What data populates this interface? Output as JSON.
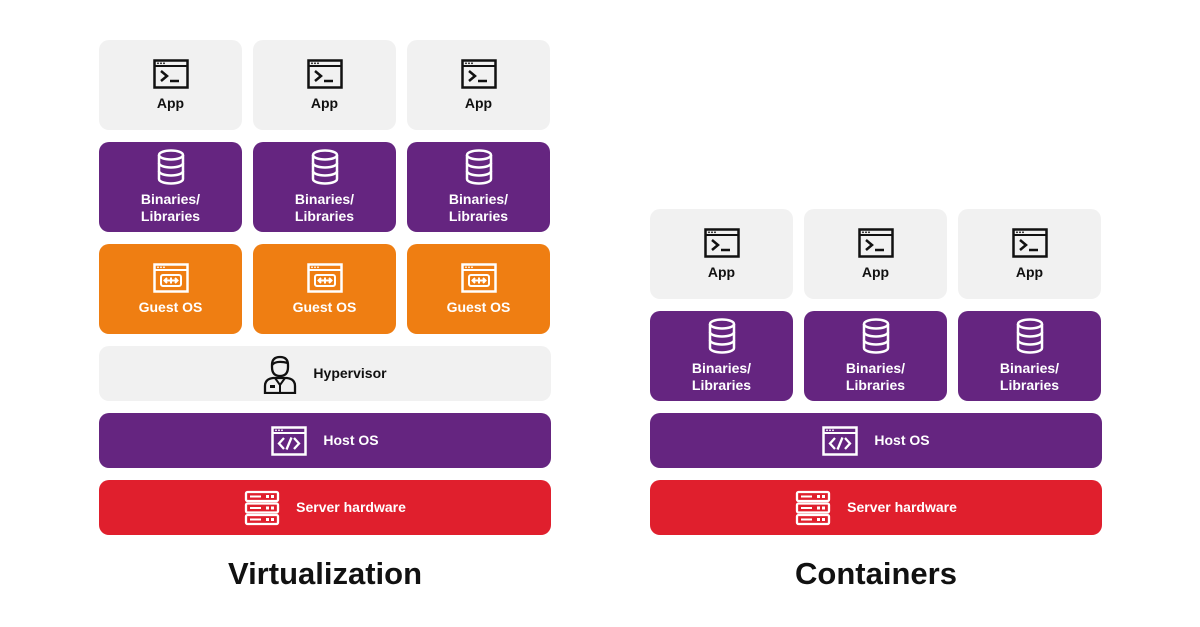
{
  "virtualization": {
    "title": "Virtualization",
    "app_label": "App",
    "binaries_label": "Binaries/\nLibraries",
    "guest_os_label": "Guest OS",
    "hypervisor_label": "Hypervisor",
    "host_os_label": "Host OS",
    "server_label": "Server hardware"
  },
  "containers": {
    "title": "Containers",
    "app_label": "App",
    "binaries_label": "Binaries/\nLibraries",
    "host_os_label": "Host OS",
    "server_label": "Server hardware"
  },
  "colors": {
    "app": "#f1f1f1",
    "binaries": "#652580",
    "guest_os": "#ef7e12",
    "hypervisor": "#f1f1f1",
    "host_os": "#652580",
    "server": "#e01f2d"
  },
  "icons": {
    "app": "terminal-icon",
    "binaries": "database-icon",
    "guest_os": "browser-arrows-icon",
    "hypervisor": "person-icon",
    "host_os": "code-window-icon",
    "server": "server-rack-icon"
  }
}
